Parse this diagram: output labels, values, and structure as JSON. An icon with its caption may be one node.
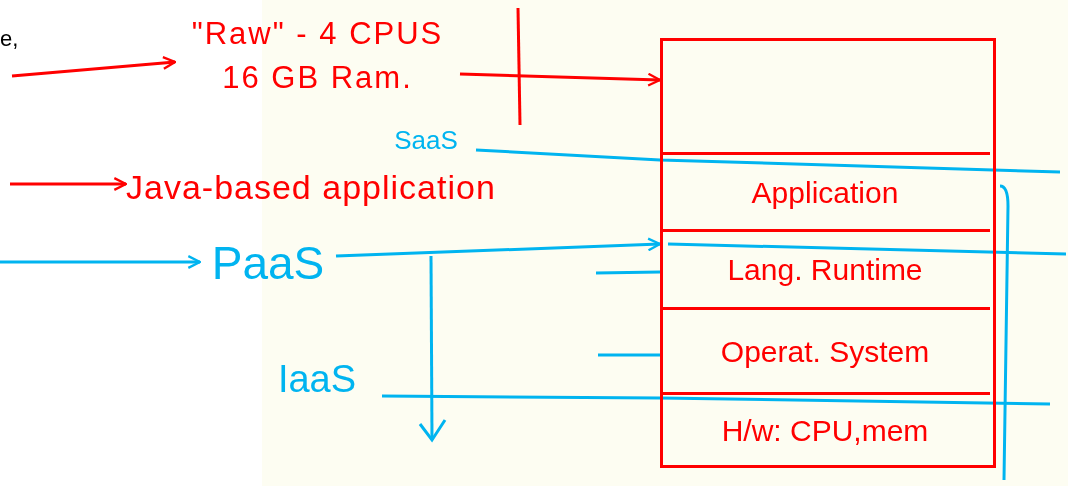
{
  "diagram": {
    "nodes": [
      {
        "text": [],
        "shape": "box"
      },
      {
        "text": [],
        "shape": "box",
        "in": 0
      },
      {
        "text": [
          "Application"
        ],
        "in": 0
      },
      {
        "text": [
          "Lang. Runtime"
        ],
        "in": 0
      },
      {
        "text": [
          "Operat. System"
        ],
        "in": 0
      },
      {
        "text": [
          "H/w: CPU,mem"
        ],
        "in": 0
      },
      {
        "text": [
          "\"Raw\" - 4 CPUS 16 GB Ram."
        ]
      },
      {
        "text": [
          "Java-based application"
        ]
      },
      {
        "text": [
          "SaaS"
        ]
      },
      {
        "text": [
          "PaaS"
        ]
      },
      {
        "text": [
          "IaaS"
        ]
      }
    ],
    "edges": [
      {
        "from": null,
        "to": 6,
        "arrow": "to",
        "color": "#ff0000"
      },
      {
        "from": 6,
        "to": 1,
        "arrow": "to",
        "color": "#ff0000"
      },
      {
        "from": null,
        "to": 7,
        "arrow": "to",
        "color": "#ff0000"
      },
      {
        "from": null,
        "to": 9,
        "arrow": "to",
        "color": "#00b4f0"
      },
      {
        "from": 9,
        "to": 3,
        "arrow": "to",
        "color": "#00b4f0"
      },
      {
        "from": 8,
        "to": 2,
        "arrow": "none",
        "color": "#00b4f0"
      },
      {
        "from": 10,
        "to": 5,
        "arrow": "none",
        "color": "#00b4f0"
      }
    ],
    "labels": [
      "e,"
    ]
  }
}
